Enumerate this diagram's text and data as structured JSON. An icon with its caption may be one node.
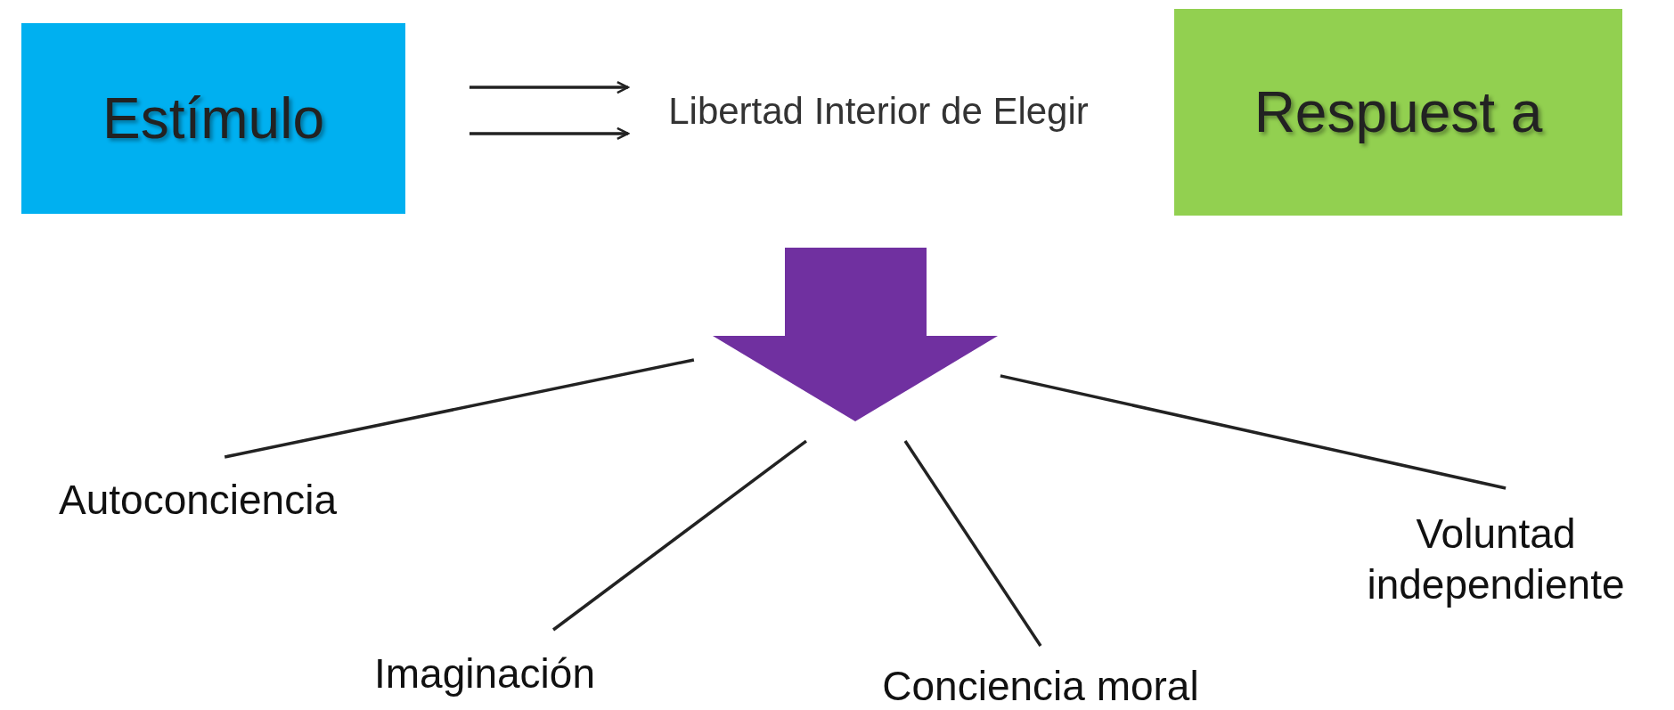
{
  "diagram": {
    "nodes": [
      {
        "text": [
          "Estímulo"
        ]
      },
      {
        "text": [
          "Libertad Interior de Elegir"
        ]
      },
      {
        "text": [
          "Respuest a"
        ]
      },
      {
        "text": [],
        "shape": "arrow"
      },
      {
        "text": [
          "Autoconciencia"
        ]
      },
      {
        "text": [
          "Imaginación"
        ]
      },
      {
        "text": [
          "Conciencia moral"
        ]
      },
      {
        "text": [
          "Voluntad independiente"
        ]
      }
    ],
    "edges": [
      {
        "from": 0,
        "to": 1,
        "arrow": "to"
      },
      {
        "from": 0,
        "to": 1,
        "arrow": "to"
      },
      {
        "from": 3,
        "to": 4,
        "arrow": "none"
      },
      {
        "from": 3,
        "to": 5,
        "arrow": "none"
      },
      {
        "from": 3,
        "to": 6,
        "arrow": "none"
      },
      {
        "from": 3,
        "to": 7,
        "arrow": "none"
      }
    ]
  }
}
